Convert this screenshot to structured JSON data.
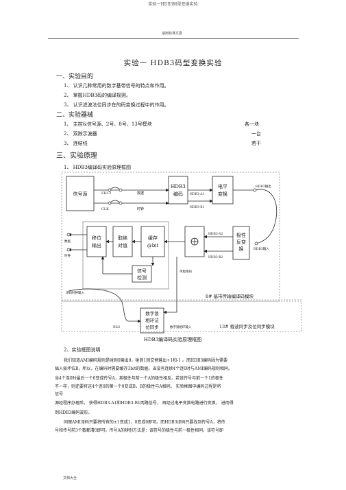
{
  "page": {
    "browser_title": "实验一HDB3码型变换实验",
    "header_label": "适用标准文案",
    "footer_label": "文档大全"
  },
  "doc": {
    "title": "实验一 HDB3码型变换实验",
    "sec1": "一、实验目的",
    "goals": [
      "1、 认识几种常用的数字基带信号的特点和作用。",
      "2、 掌握HDB3码的编译规则。",
      "3、 认识滤波法位同步在的码变换过程中的作用。"
    ],
    "sec2": "二、实验器械",
    "equipment": [
      {
        "name": "1、 主控&信号源、2号、8号、13号模块",
        "qty": "各一块"
      },
      {
        "name": "2、 双踪示波器",
        "qty": "一台"
      },
      {
        "name": "3、 连结线",
        "qty": "若干"
      }
    ],
    "sec3": "三、实验原理",
    "sub1": "1、 HDB3编译码实验原理框图",
    "sub2": "2、实验框图说明",
    "paragraph": [
      "我们知道AMI编码规则是碰到0输出0，碰到1则交替输出+1和-1 。而HDB3编码因为需要",
      "插入损坏位B，所以，在编码时需要缓存3bit的数据。当没有连续4个连0时与AMI编码规则相同。",
      "当4个连0时最后一个0变成传号A，其极性与前一个A的极性相反。若该传号与前一个1的极性",
      "不一样，则还要将这4个连0的第一个0变成B，B的极性与A相同。 实验框图中编码过程是将",
      "信号",
      "源经程序办理后， 获得HDB3-A1和HDB3-B1两路信号， 再经过电平变换电路进行变换，     进而得",
      "到HDB3编码波形。",
      "同理AMI译码只要将所有的±1变成1，0变成0即可。而HDB3译码只要找到传号A，将传",
      "号和传号前3个数都清0即可。传号A的辨别方法是：该符号的极性与前一极性相同，该符号即"
    ]
  },
  "diagram": {
    "caption": "HDB3编译码实验原理框图",
    "blocks": {
      "signal_source": "信号源",
      "encoder": [
        "HDB3",
        "编码"
      ],
      "level_shift": [
        "电平",
        "变换"
      ],
      "shift_out": [
        "移位",
        "输出"
      ],
      "abs_val": [
        "取绝",
        "对值"
      ],
      "buffer": [
        "缓存",
        "@bit"
      ],
      "polarity": [
        "极性",
        "反变",
        "换"
      ],
      "sig_detect": [
        "信号",
        "检测"
      ],
      "dpll": [
        "数字锁",
        "相环法",
        "位同步"
      ]
    },
    "labels": {
      "fh13": "FH13",
      "clk": "CLK",
      "data_in": "数据",
      "clock_in": "时钟",
      "a1": "HDB3-A1",
      "b1": "HDB3-B1",
      "hdb3_out": "HDB3输出",
      "hdb3_in": "HDB3输入",
      "a2": "HDB3-A2",
      "b2": "HDB3-B2",
      "data_out": "数据",
      "clock_out": "时钟",
      "single_pol": "单极性码",
      "decode_clk_in": "译码时钟输入",
      "module8": "8# 基带传输编译码模块",
      "bs2": "BS2",
      "dpll_in": "数字锁相环输入",
      "module13": "13# 载波同步及位同步模块"
    }
  }
}
